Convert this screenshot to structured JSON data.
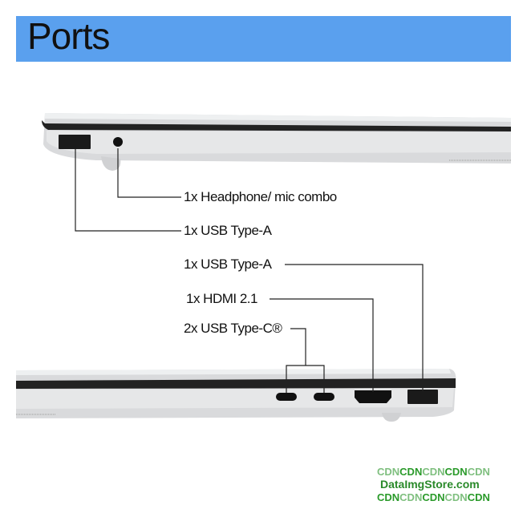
{
  "title": "Ports",
  "labels": {
    "headphone": "1x Headphone/ mic combo",
    "usb_a_left": "1x USB Type-A",
    "usb_a_right": "1x USB Type-A",
    "hdmi": "1x HDMI 2.1",
    "usb_c": "2x USB Type-C®"
  },
  "watermark": {
    "line1": [
      "CDN",
      "CDN",
      "CDN",
      "CDN",
      "CDN"
    ],
    "line2": "DataImgStore.com",
    "line3": [
      "CDN",
      "CDN",
      "CDN",
      "CDN",
      "CDN"
    ]
  },
  "colors": {
    "banner": "#5aa0ee",
    "watermark_green": "#2a9a2a"
  }
}
